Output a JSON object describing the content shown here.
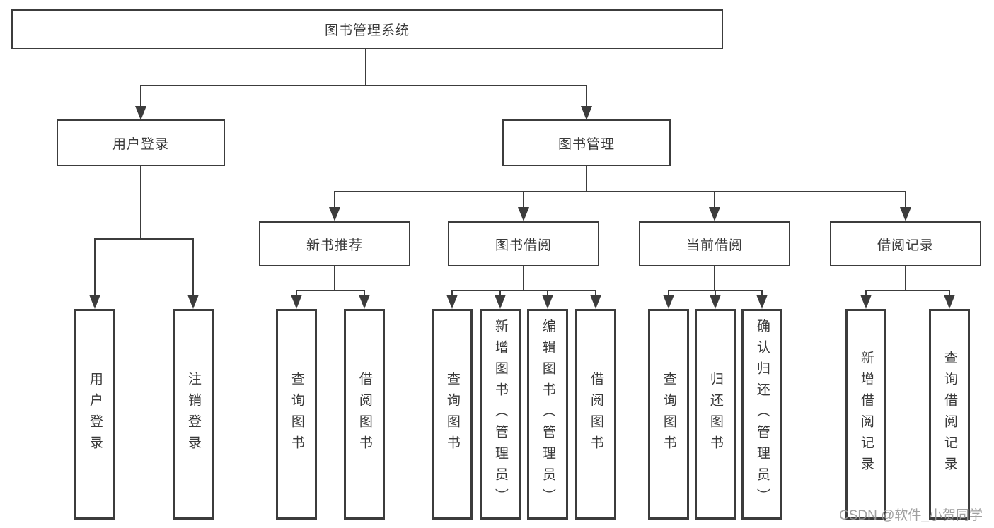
{
  "colors": {
    "line": "#3c3c3c",
    "box_border": "#3c3c3c",
    "text": "#3a3a3a",
    "background": "#ffffff",
    "watermark": "#969696"
  },
  "tree": {
    "root": {
      "label": "图书管理系统"
    },
    "branches": [
      {
        "label": "用户登录",
        "children": [
          {
            "label": "用户登录"
          },
          {
            "label": "注销登录"
          }
        ]
      },
      {
        "label": "图书管理",
        "children": [
          {
            "label": "新书推荐",
            "children": [
              {
                "label": "查询图书"
              },
              {
                "label": "借阅图书"
              }
            ]
          },
          {
            "label": "图书借阅",
            "children": [
              {
                "label": "查询图书"
              },
              {
                "label": "新增图书（管理员）"
              },
              {
                "label": "编辑图书（管理员）"
              },
              {
                "label": "借阅图书"
              }
            ]
          },
          {
            "label": "当前借阅",
            "children": [
              {
                "label": "查询图书"
              },
              {
                "label": "归还图书"
              },
              {
                "label": "确认归还（管理员）"
              }
            ]
          },
          {
            "label": "借阅记录",
            "children": [
              {
                "label": "新增借阅记录"
              },
              {
                "label": "查询借阅记录"
              }
            ]
          }
        ]
      }
    ]
  },
  "watermark": {
    "text": "CSDN @软件_小贺同学"
  }
}
